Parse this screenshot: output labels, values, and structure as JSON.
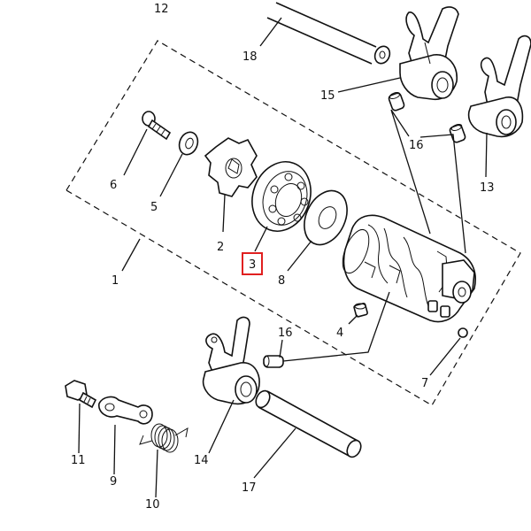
{
  "diagram": {
    "highlight_color": "#e02020",
    "labels": {
      "l1": "1",
      "l2": "2",
      "l3": "3",
      "l4": "4",
      "l5": "5",
      "l6": "6",
      "l7": "7",
      "l8": "8",
      "l9": "9",
      "l10": "10",
      "l11": "11",
      "l12": "12",
      "l13": "13",
      "l14": "14",
      "l15": "15",
      "l16a": "16",
      "l16b": "16",
      "l17": "17",
      "l18": "18"
    }
  }
}
